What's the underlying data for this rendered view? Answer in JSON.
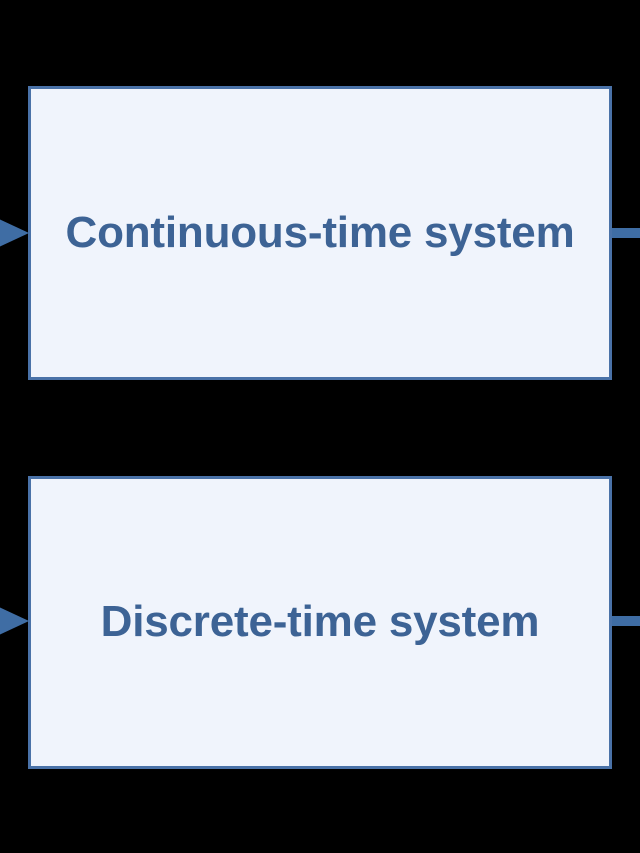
{
  "diagram": {
    "background_color": "#000000",
    "block_fill_color": "#f0f4fc",
    "block_border_color": "#4a72a8",
    "label_color": "#3d6395",
    "connector_color": "#3f6da4",
    "blocks": [
      {
        "id": "continuous-time-system",
        "label": "Continuous-time system",
        "input_connector": "arrow-in-left",
        "output_connector": "line-out-right"
      },
      {
        "id": "discrete-time-system",
        "label": "Discrete-time system",
        "input_connector": "arrow-in-left",
        "output_connector": "line-out-right"
      }
    ]
  }
}
